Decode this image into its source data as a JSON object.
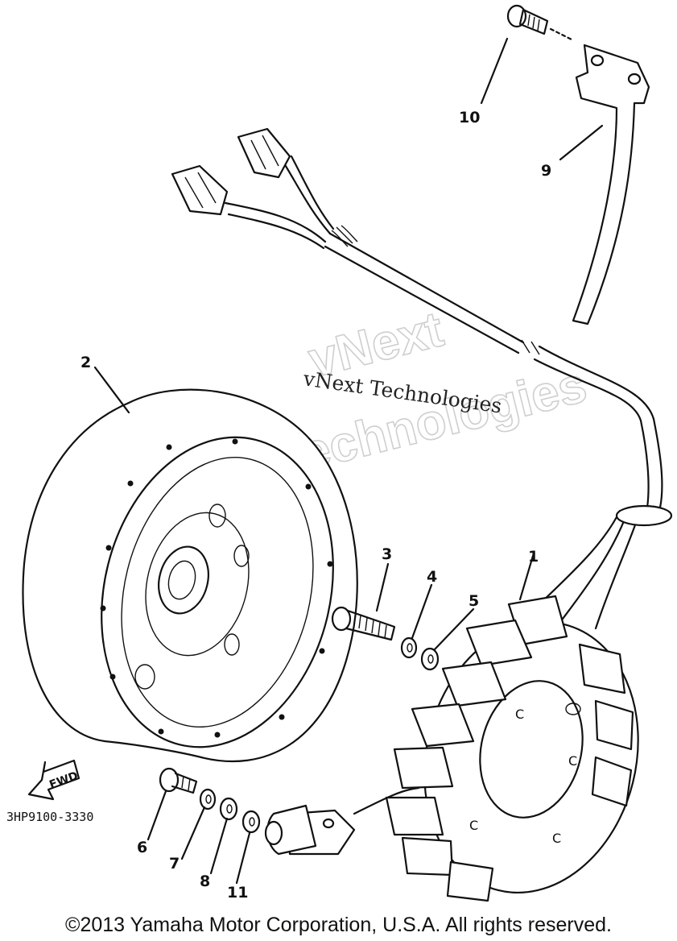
{
  "diagram": {
    "callouts": [
      "1",
      "2",
      "3",
      "4",
      "5",
      "6",
      "7",
      "8",
      "9",
      "10",
      "11"
    ],
    "coil_marks": [
      "C",
      "C",
      "C",
      "C"
    ],
    "fwd_label": "FWD",
    "part_number": "3HP9100-3330",
    "watermark_large": [
      "vNext",
      "Technologies"
    ],
    "watermark_small": "vNext Technologies"
  },
  "copyright": "©2013 Yamaha Motor Corporation, U.S.A. All rights reserved."
}
